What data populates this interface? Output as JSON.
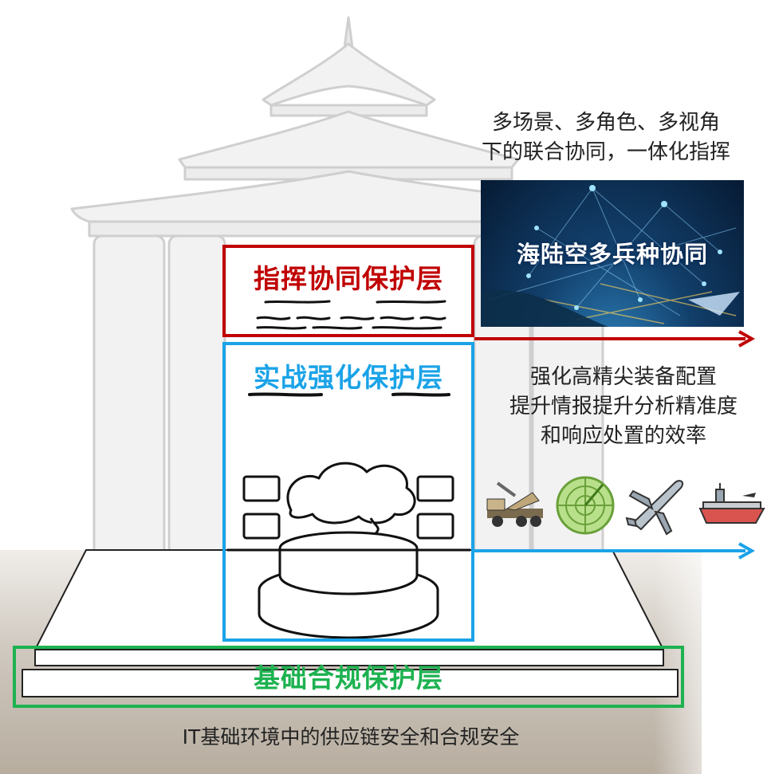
{
  "layers": {
    "top": {
      "title": "指挥协同保护层",
      "color": "#c00000"
    },
    "middle": {
      "title": "实战强化保护层",
      "color": "#1aa3e8"
    },
    "base": {
      "title": "基础合规保护层",
      "color": "#1db250"
    }
  },
  "captions": {
    "top": [
      "多场景、多角色、多视角",
      "下的联合协同，一体化指挥"
    ],
    "middle": [
      "强化高精尖装备配置",
      "提升情报提升分析精准度",
      "和响应处置的效率"
    ],
    "bottom": "IT基础环境中的供应链安全和合规安全"
  },
  "photo": {
    "label": "海陆空多兵种协同"
  },
  "icons": [
    "missile-launcher-truck-icon",
    "radar-icon",
    "military-aircraft-icon",
    "aircraft-carrier-icon"
  ]
}
